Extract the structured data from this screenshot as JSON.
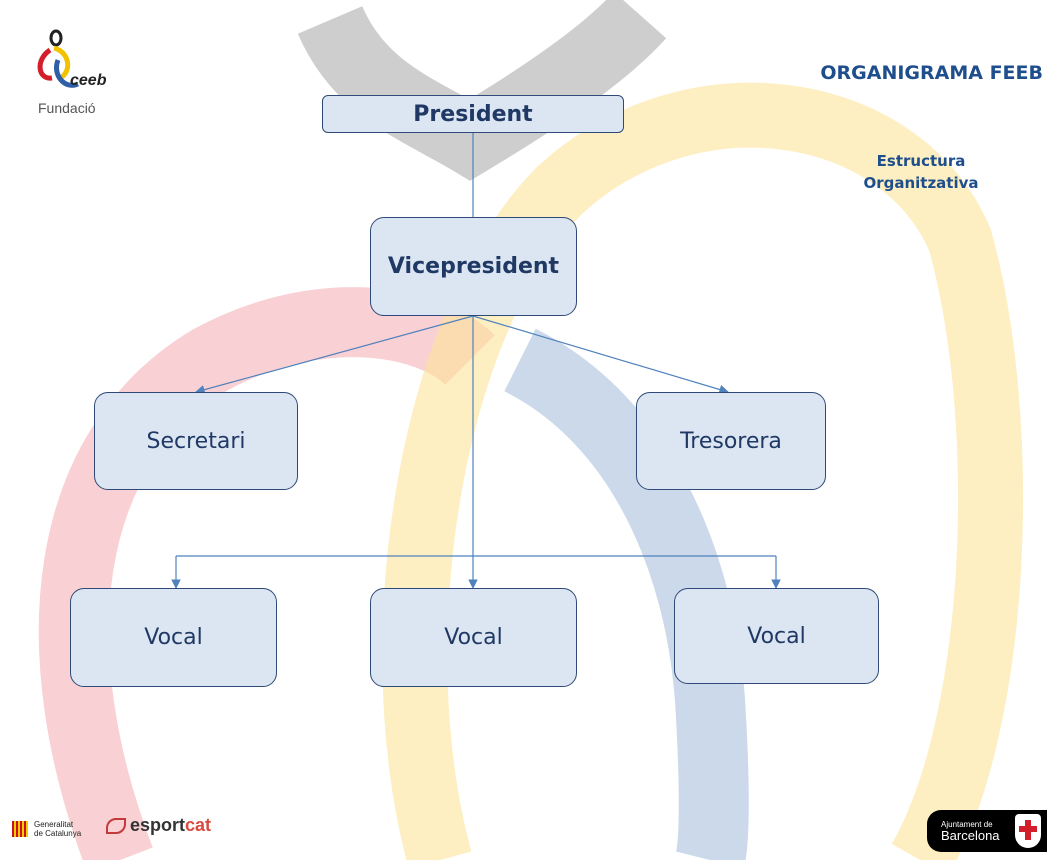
{
  "title": "ORGANIGRAMA FEEB",
  "subtitle": "Estructura Organitzativa",
  "nodes": {
    "president": "President",
    "vicepresident": "Vicepresident",
    "secretari": "Secretari",
    "tresorera": "Tresorera",
    "vocal1": "Vocal",
    "vocal2": "Vocal",
    "vocal3": "Vocal"
  },
  "edges": [
    {
      "from": "President",
      "to": "Vicepresident"
    },
    {
      "from": "Vicepresident",
      "to": "Secretari"
    },
    {
      "from": "Vicepresident",
      "to": "Tresorera"
    },
    {
      "from": "Vicepresident",
      "to": "Vocal"
    },
    {
      "from": "Vicepresident",
      "to": "Vocal"
    },
    {
      "from": "Vicepresident",
      "to": "Vocal"
    }
  ],
  "logos": {
    "ceeb": {
      "name": "ceeb",
      "sub": "Fundació"
    },
    "gencat": {
      "line1": "Generalitat",
      "line2": "de Catalunya"
    },
    "esportcat": {
      "pre": "esport",
      "post": "cat"
    },
    "barcelona": {
      "line1": "Ajuntament de",
      "line2": "Barcelona"
    }
  },
  "colors": {
    "node_fill": "#dce6f2",
    "node_border": "#2f4a78",
    "text": "#1f3864",
    "connector": "#4f81bd",
    "title": "#1f4e8c",
    "ring_red": "#f4a9b0",
    "ring_yellow": "#fbe49a",
    "ring_blue": "#a9c0de",
    "ring_gray": "#a6a6a6"
  }
}
